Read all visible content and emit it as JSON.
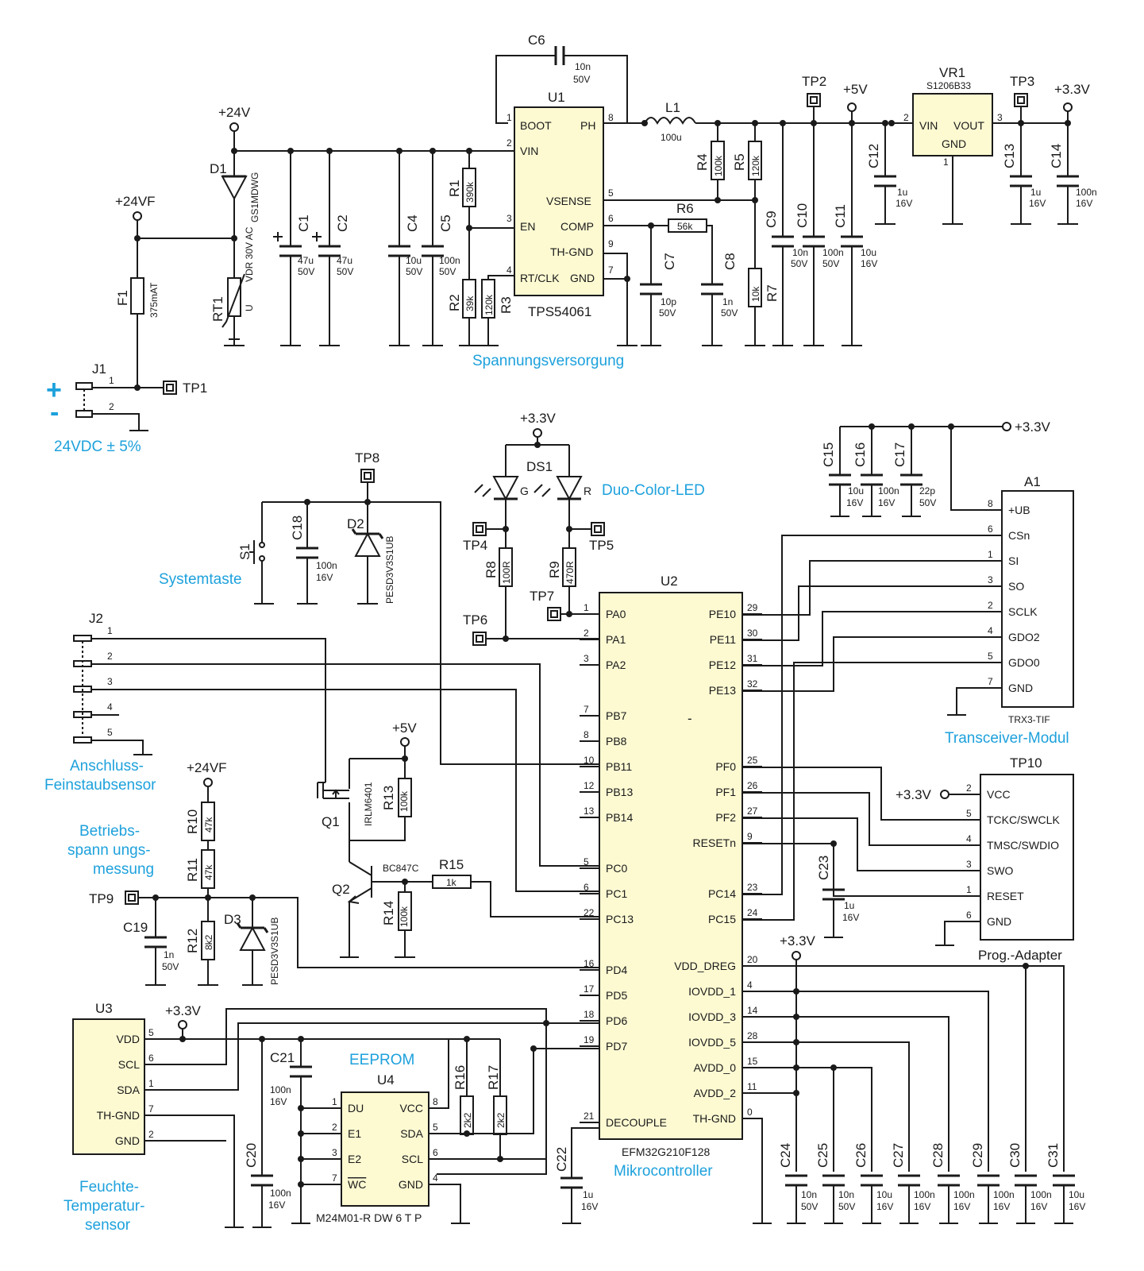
{
  "titles": {
    "power": "Spannungsversorgung",
    "led": "Duo-Color-LED",
    "systemtaste": "Systemtaste",
    "transceiver": "Transceiver-Modul",
    "sensor_conn_1": "Anschluss-",
    "sensor_conn_2": "Feinstaubsensor",
    "vmeas_1": "Betriebs-",
    "vmeas_2": "spann ungs-",
    "vmeas_3": "messung",
    "eeprom": "EEPROM",
    "mcu": "Mikrocontroller",
    "humid_1": "Feuchte-",
    "humid_2": "Temperatur-",
    "humid_3": "sensor",
    "input_spec": "24VDC ± 5%",
    "plus": "+",
    "minus": "-"
  },
  "rails": {
    "v24": "+24V",
    "v24f": "+24VF",
    "v5": "+5V",
    "v33": "+3.3V"
  },
  "testpoints": [
    "TP1",
    "TP2",
    "TP3",
    "TP4",
    "TP5",
    "TP6",
    "TP7",
    "TP8",
    "TP9",
    "TP10"
  ],
  "u1": {
    "ref": "U1",
    "part": "TPS54061",
    "pins_left": [
      {
        "n": "1",
        "name": "BOOT"
      },
      {
        "n": "2",
        "name": "VIN"
      },
      {
        "n": "3",
        "name": "EN"
      },
      {
        "n": "4",
        "name": "RT/CLK"
      }
    ],
    "pins_right": [
      {
        "n": "8",
        "name": "PH"
      },
      {
        "n": "5",
        "name": "VSENSE"
      },
      {
        "n": "6",
        "name": "COMP"
      },
      {
        "n": "9",
        "name": "TH-GND"
      },
      {
        "n": "7",
        "name": "GND"
      }
    ]
  },
  "vr1": {
    "ref": "VR1",
    "part": "S1206B33",
    "pins": [
      {
        "n": "2",
        "name": "VIN"
      },
      {
        "n": "3",
        "name": "VOUT"
      },
      {
        "n": "1",
        "name": "GND"
      }
    ]
  },
  "u2": {
    "ref": "U2",
    "part": "EFM32G210F128",
    "dash": "-",
    "pins_left": [
      {
        "n": "1",
        "name": "PA0"
      },
      {
        "n": "2",
        "name": "PA1"
      },
      {
        "n": "3",
        "name": "PA2"
      },
      {
        "n": "7",
        "name": "PB7"
      },
      {
        "n": "8",
        "name": "PB8"
      },
      {
        "n": "10",
        "name": "PB11"
      },
      {
        "n": "12",
        "name": "PB13"
      },
      {
        "n": "13",
        "name": "PB14"
      },
      {
        "n": "5",
        "name": "PC0"
      },
      {
        "n": "6",
        "name": "PC1"
      },
      {
        "n": "22",
        "name": "PC13"
      },
      {
        "n": "16",
        "name": "PD4"
      },
      {
        "n": "17",
        "name": "PD5"
      },
      {
        "n": "18",
        "name": "PD6"
      },
      {
        "n": "19",
        "name": "PD7"
      },
      {
        "n": "21",
        "name": "DECOUPLE"
      }
    ],
    "pins_right": [
      {
        "n": "29",
        "name": "PE10"
      },
      {
        "n": "30",
        "name": "PE11"
      },
      {
        "n": "31",
        "name": "PE12"
      },
      {
        "n": "32",
        "name": "PE13"
      },
      {
        "n": "25",
        "name": "PF0"
      },
      {
        "n": "26",
        "name": "PF1"
      },
      {
        "n": "27",
        "name": "PF2"
      },
      {
        "n": "9",
        "name": "RESETn"
      },
      {
        "n": "23",
        "name": "PC14"
      },
      {
        "n": "24",
        "name": "PC15"
      },
      {
        "n": "20",
        "name": "VDD_DREG"
      },
      {
        "n": "4",
        "name": "IOVDD_1"
      },
      {
        "n": "14",
        "name": "IOVDD_3"
      },
      {
        "n": "28",
        "name": "IOVDD_5"
      },
      {
        "n": "15",
        "name": "AVDD_0"
      },
      {
        "n": "11",
        "name": "AVDD_2"
      },
      {
        "n": "0",
        "name": "TH-GND"
      }
    ]
  },
  "a1": {
    "ref": "A1",
    "part": "TRX3-TIF",
    "pins": [
      {
        "n": "8",
        "name": "+UB"
      },
      {
        "n": "6",
        "name": "CSn"
      },
      {
        "n": "1",
        "name": "SI"
      },
      {
        "n": "3",
        "name": "SO"
      },
      {
        "n": "2",
        "name": "SCLK"
      },
      {
        "n": "4",
        "name": "GDO2"
      },
      {
        "n": "5",
        "name": "GDO0"
      },
      {
        "n": "7",
        "name": "GND"
      }
    ]
  },
  "tp10": {
    "ref": "TP10",
    "part": "Prog.-Adapter",
    "pins": [
      {
        "n": "2",
        "name": "VCC"
      },
      {
        "n": "5",
        "name": "TCKC/SWCLK"
      },
      {
        "n": "4",
        "name": "TMSC/SWDIO"
      },
      {
        "n": "3",
        "name": "SWO"
      },
      {
        "n": "1",
        "name": "RESET"
      },
      {
        "n": "6",
        "name": "GND"
      }
    ]
  },
  "u3": {
    "ref": "U3",
    "pins": [
      {
        "n": "5",
        "name": "VDD"
      },
      {
        "n": "6",
        "name": "SCL"
      },
      {
        "n": "1",
        "name": "SDA"
      },
      {
        "n": "7",
        "name": "TH-GND"
      },
      {
        "n": "2",
        "name": "GND"
      }
    ]
  },
  "u4": {
    "ref": "U4",
    "part": "M24M01-R DW 6 T P",
    "pins_left": [
      {
        "n": "1",
        "name": "DU"
      },
      {
        "n": "2",
        "name": "E1"
      },
      {
        "n": "3",
        "name": "E2"
      },
      {
        "n": "7",
        "name": "WC"
      }
    ],
    "pins_right": [
      {
        "n": "8",
        "name": "VCC"
      },
      {
        "n": "5",
        "name": "SDA"
      },
      {
        "n": "6",
        "name": "SCL"
      },
      {
        "n": "4",
        "name": "GND"
      }
    ]
  },
  "capacitors": [
    {
      "ref": "C1",
      "v1": "47u",
      "v2": "50V"
    },
    {
      "ref": "C2",
      "v1": "47u",
      "v2": "50V"
    },
    {
      "ref": "C4",
      "v1": "10u",
      "v2": "50V"
    },
    {
      "ref": "C5",
      "v1": "100n",
      "v2": "50V"
    },
    {
      "ref": "C6",
      "v1": "10n",
      "v2": "50V"
    },
    {
      "ref": "C7",
      "v1": "10p",
      "v2": "50V"
    },
    {
      "ref": "C8",
      "v1": "1n",
      "v2": "50V"
    },
    {
      "ref": "C9",
      "v1": "10n",
      "v2": "50V"
    },
    {
      "ref": "C10",
      "v1": "100n",
      "v2": "50V"
    },
    {
      "ref": "C11",
      "v1": "10u",
      "v2": "16V"
    },
    {
      "ref": "C12",
      "v1": "1u",
      "v2": "16V"
    },
    {
      "ref": "C13",
      "v1": "1u",
      "v2": "16V"
    },
    {
      "ref": "C14",
      "v1": "100n",
      "v2": "16V"
    },
    {
      "ref": "C15",
      "v1": "10u",
      "v2": "16V"
    },
    {
      "ref": "C16",
      "v1": "100n",
      "v2": "16V"
    },
    {
      "ref": "C17",
      "v1": "22p",
      "v2": "50V"
    },
    {
      "ref": "C18",
      "v1": "100n",
      "v2": "16V"
    },
    {
      "ref": "C19",
      "v1": "1n",
      "v2": "50V"
    },
    {
      "ref": "C20",
      "v1": "100n",
      "v2": "16V"
    },
    {
      "ref": "C21",
      "v1": "100n",
      "v2": "16V"
    },
    {
      "ref": "C22",
      "v1": "1u",
      "v2": "16V"
    },
    {
      "ref": "C23",
      "v1": "1u",
      "v2": "16V"
    },
    {
      "ref": "C24",
      "v1": "10n",
      "v2": "50V"
    },
    {
      "ref": "C25",
      "v1": "10n",
      "v2": "50V"
    },
    {
      "ref": "C26",
      "v1": "10u",
      "v2": "16V"
    },
    {
      "ref": "C27",
      "v1": "100n",
      "v2": "16V"
    },
    {
      "ref": "C28",
      "v1": "100n",
      "v2": "16V"
    },
    {
      "ref": "C29",
      "v1": "100n",
      "v2": "16V"
    },
    {
      "ref": "C30",
      "v1": "100n",
      "v2": "16V"
    },
    {
      "ref": "C31",
      "v1": "10u",
      "v2": "16V"
    }
  ],
  "resistors": [
    {
      "ref": "R1",
      "val": "390k"
    },
    {
      "ref": "R2",
      "val": "39k"
    },
    {
      "ref": "R3",
      "val": "120k"
    },
    {
      "ref": "R4",
      "val": "100k"
    },
    {
      "ref": "R5",
      "val": "120k"
    },
    {
      "ref": "R6",
      "val": "56k"
    },
    {
      "ref": "R7",
      "val": "10k"
    },
    {
      "ref": "R8",
      "val": "100R"
    },
    {
      "ref": "R9",
      "val": "470R"
    },
    {
      "ref": "R10",
      "val": "47k"
    },
    {
      "ref": "R11",
      "val": "47k"
    },
    {
      "ref": "R12",
      "val": "8k2"
    },
    {
      "ref": "R13",
      "val": "100k"
    },
    {
      "ref": "R14",
      "val": "100k"
    },
    {
      "ref": "R15",
      "val": "1k"
    },
    {
      "ref": "R16",
      "val": "2k2"
    },
    {
      "ref": "R17",
      "val": "2k2"
    }
  ],
  "misc": {
    "l1_ref": "L1",
    "l1_val": "100u",
    "d1_ref": "D1",
    "d1_part": "GS1MDWG",
    "rt1_ref": "RT1",
    "rt1_part": "VDR 30V AC",
    "rt1_u": "U",
    "f1_ref": "F1",
    "f1_val": "375mAT",
    "j1_ref": "J1",
    "j2_ref": "J2",
    "d2_ref": "D2",
    "d2_part": "PESD3V3S1UB",
    "d3_ref": "D3",
    "d3_part": "PESD3V3S1UB",
    "s1_ref": "S1",
    "ds1_ref": "DS1",
    "ds1_g": "G",
    "ds1_r": "R",
    "q1_ref": "Q1",
    "q1_part": "IRLM6401",
    "q2_ref": "Q2",
    "q2_part": "BC847C"
  },
  "j2_pins": [
    "1",
    "2",
    "3",
    "4",
    "5"
  ],
  "j1_pins": [
    "1",
    "2"
  ]
}
